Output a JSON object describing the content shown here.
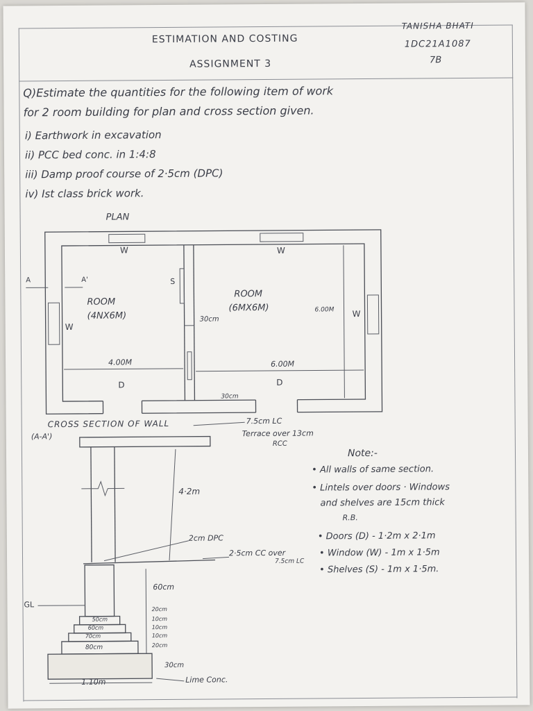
{
  "header": {
    "title": "ESTIMATION AND COSTING",
    "assignment": "ASSIGNMENT 3",
    "name": "TANISHA BHATI",
    "usn": "1DC21A1087",
    "section": "7B"
  },
  "question": {
    "line1": "Q)Estimate the quantities for the following item of work",
    "line2": "for 2 room building for plan and cross section given.",
    "items": [
      "i) Earthwork in excavation",
      "ii) PCC bed conc. in 1:4:8",
      "iii) Damp proof course of 2·5cm (DPC)",
      "iv) Ist class brick work."
    ]
  },
  "plan": {
    "title": "PLAN",
    "room1": {
      "name": "ROOM",
      "size": "(4NX6M)",
      "width": "4.00M"
    },
    "room2": {
      "name": "ROOM",
      "size": "(6MX6M)",
      "width": "6.00M",
      "depth": "6.00M"
    },
    "wall_gap": "30cm",
    "wall_bottom": "30cm",
    "labels": {
      "window": "W",
      "door": "D",
      "shelf": "S",
      "section_a": "A",
      "section_a_prime": "A'"
    }
  },
  "section": {
    "title": "CROSS SECTION OF WALL",
    "subtitle": "(A-A')",
    "lc": "7.5cm LC",
    "terrace": "Terrace over 13cm",
    "rcc": "RCC",
    "height": "4·2m",
    "dpc": "2cm DPC",
    "cc": "2·5cm CC over",
    "cc2": "7.5cm LC",
    "plinth": "60cm",
    "gl": "GL",
    "steps": [
      "50cm",
      "60cm",
      "70cm",
      "80cm"
    ],
    "step_heights": [
      "20cm",
      "10cm",
      "10cm",
      "10cm",
      "20cm"
    ],
    "found_depth": "30cm",
    "found_width": "1.10m",
    "lime": "Lime Conc."
  },
  "notes": {
    "title": "Note:-",
    "items": [
      "• All walls of same section.",
      "• Lintels over doors · Windows",
      "and shelves are 15cm thick",
      "R.B.",
      "• Doors (D) - 1·2m x 2·1m",
      "• Window (W) - 1m x 1·5m",
      "• Shelves (S) - 1m x 1·5m."
    ]
  }
}
